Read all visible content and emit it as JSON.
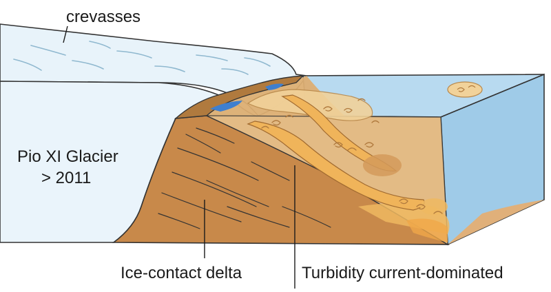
{
  "labels": {
    "crevasses": "crevasses",
    "glacier_line1": "Pio XI Glacier",
    "glacier_line2": "> 2011",
    "ice_contact_delta": "Ice-contact delta",
    "turbidity": "Turbidity current-dominated"
  },
  "colors": {
    "ice_light": "#e8f3fa",
    "ice_face": "#eaf4fb",
    "water": "#b8daf0",
    "water_side": "#9fcbe8",
    "sediment_dark": "#c8894a",
    "sediment_mid": "#d9a868",
    "sediment_light": "#e8c48c",
    "channel": "#f0b45a",
    "meltwater": "#3f7fcf",
    "outline": "#333333"
  }
}
